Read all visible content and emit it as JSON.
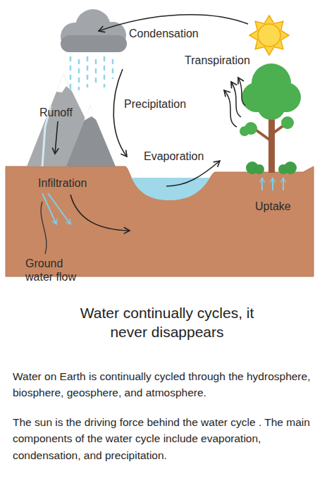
{
  "diagram": {
    "caption": "Water continually cycles, it never disappears",
    "labels": [
      "Condensation",
      "Transpiration",
      "Precipitation",
      "Runoff",
      "Evaporation",
      "Infiltration",
      "Uptake",
      "Ground water flow",
      "Water on Earth is continually cycled through the hydrosphere, biosphere, geosphere, and atmosphere.",
      "The sun is the driving force behind the water cycle . The main components of the water cycle include evaporation, condensation, and precipitation."
    ]
  }
}
